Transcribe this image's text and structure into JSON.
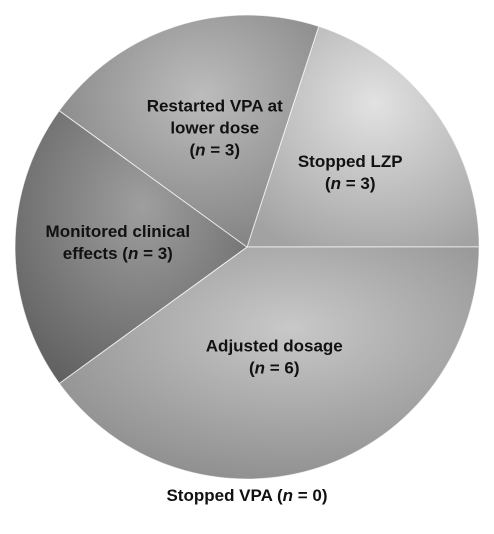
{
  "chart_data": {
    "type": "pie",
    "title": "",
    "slices": [
      {
        "label_lines": [
          "Stopped LZP"
        ],
        "n": 3,
        "color": "#d8d8d8"
      },
      {
        "label_lines": [
          "Adjusted dosage"
        ],
        "n": 6,
        "color": "#b6b6b6"
      },
      {
        "label_lines": [
          "Monitored clinical",
          "effects"
        ],
        "n": 3,
        "color": "#7e7e7e"
      },
      {
        "label_lines": [
          "Restarted VPA at",
          "lower dose"
        ],
        "n": 3,
        "color": "#a6a6a6"
      }
    ],
    "zero_categories": [
      {
        "label": "Stopped VPA",
        "n": 0
      }
    ],
    "n_symbol": "n",
    "legend": "none"
  }
}
